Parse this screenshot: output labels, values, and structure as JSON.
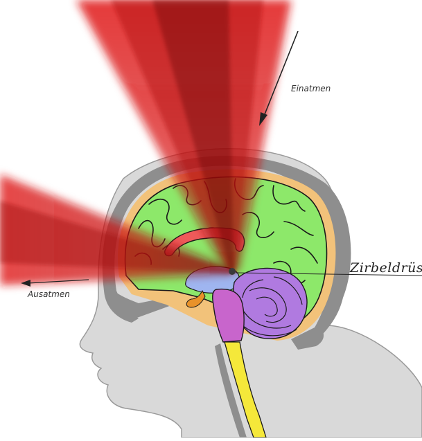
{
  "labels": {
    "inhale": "Einatmen",
    "exhale": "Ausatmen",
    "pineal_gland": "Zirbeldrüse"
  },
  "colors": {
    "beam": "#d81414",
    "cerebrum": "#8de86a",
    "cortex_outline": "#f2c27a",
    "skull": "#9a9a9a",
    "head": "#d9d9d9",
    "cerebellum": "#b07ae0",
    "brainstem": "#c865cc",
    "spinal_cord": "#f5e83a",
    "corpus_callosum": "#ef5a5a",
    "thalamus": "#9fb5f0",
    "pituitary": "#e8922a"
  }
}
